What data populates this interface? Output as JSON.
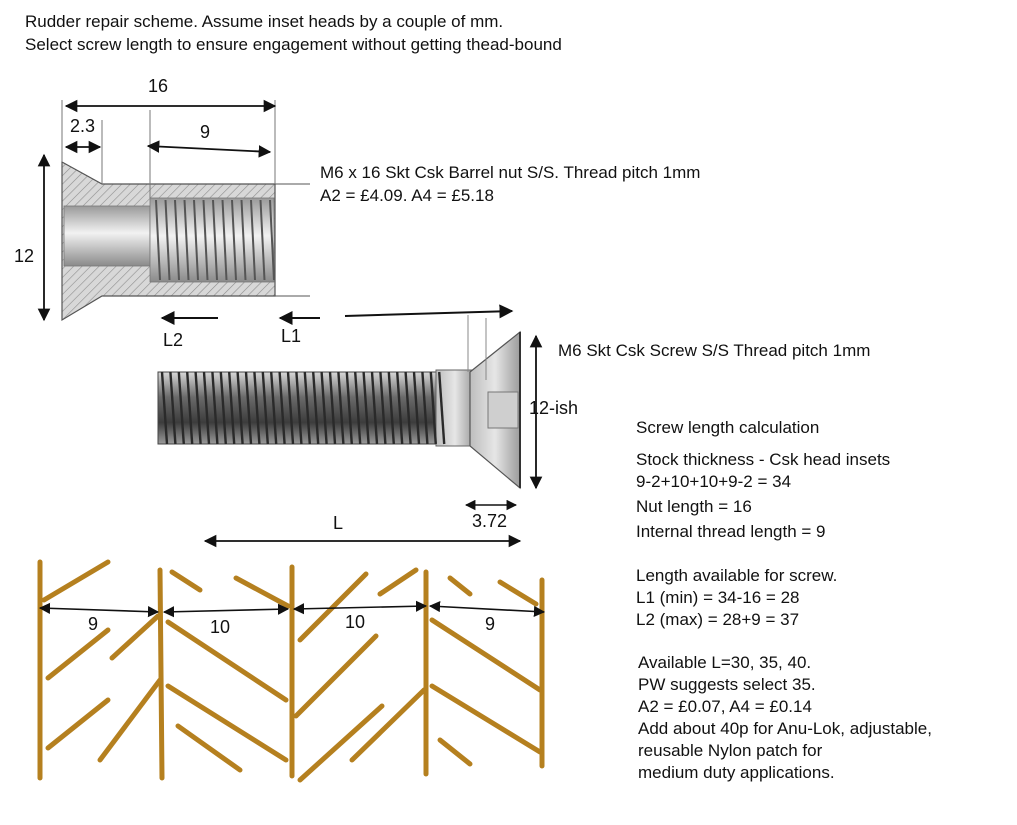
{
  "header": {
    "line1": "Rudder repair scheme.  Assume inset heads by a couple of mm.",
    "line2": "Select screw length to ensure engagement without getting thead-bound"
  },
  "nut": {
    "dim_length": "16",
    "dim_head": "2.3",
    "dim_thread": "9",
    "dim_height": "12",
    "desc_line1": "M6 x 16 Skt Csk Barrel nut S/S.  Thread pitch 1mm",
    "desc_line2": "A2 = £4.09.  A4 = £5.18"
  },
  "screw": {
    "label_l2": "L2",
    "label_l1": "L1",
    "dim_height": "12-ish",
    "dim_head": "3.72",
    "dim_length": "L",
    "desc": "M6 Skt Csk Screw S/S  Thread pitch 1mm"
  },
  "calc": {
    "title": "Screw length calculation",
    "line1": "Stock thickness - Csk head insets",
    "line2": "9-2+10+10+9-2 = 34",
    "line3": "Nut length = 16",
    "line4": "Internal thread length = 9",
    "avail1": "Length available for screw.",
    "avail2": "L1 (min) = 34-16 = 28",
    "avail3": "L2 (max) = 28+9 = 37",
    "sel1": "Available L=30, 35, 40.",
    "sel2": "PW suggests select 35.",
    "sel3": "A2 = £0.07, A4 = £0.14",
    "sel4": "Add about 40p for Anu-Lok, adjustable,",
    "sel5": "reusable Nylon patch for",
    "sel6": "medium duty applications."
  },
  "stock": {
    "layer1": "9",
    "layer2": "10",
    "layer3": "10",
    "layer4": "9"
  },
  "colors": {
    "wood": "#b5801f",
    "metal": "#8a8a8a",
    "ink": "#111111"
  }
}
